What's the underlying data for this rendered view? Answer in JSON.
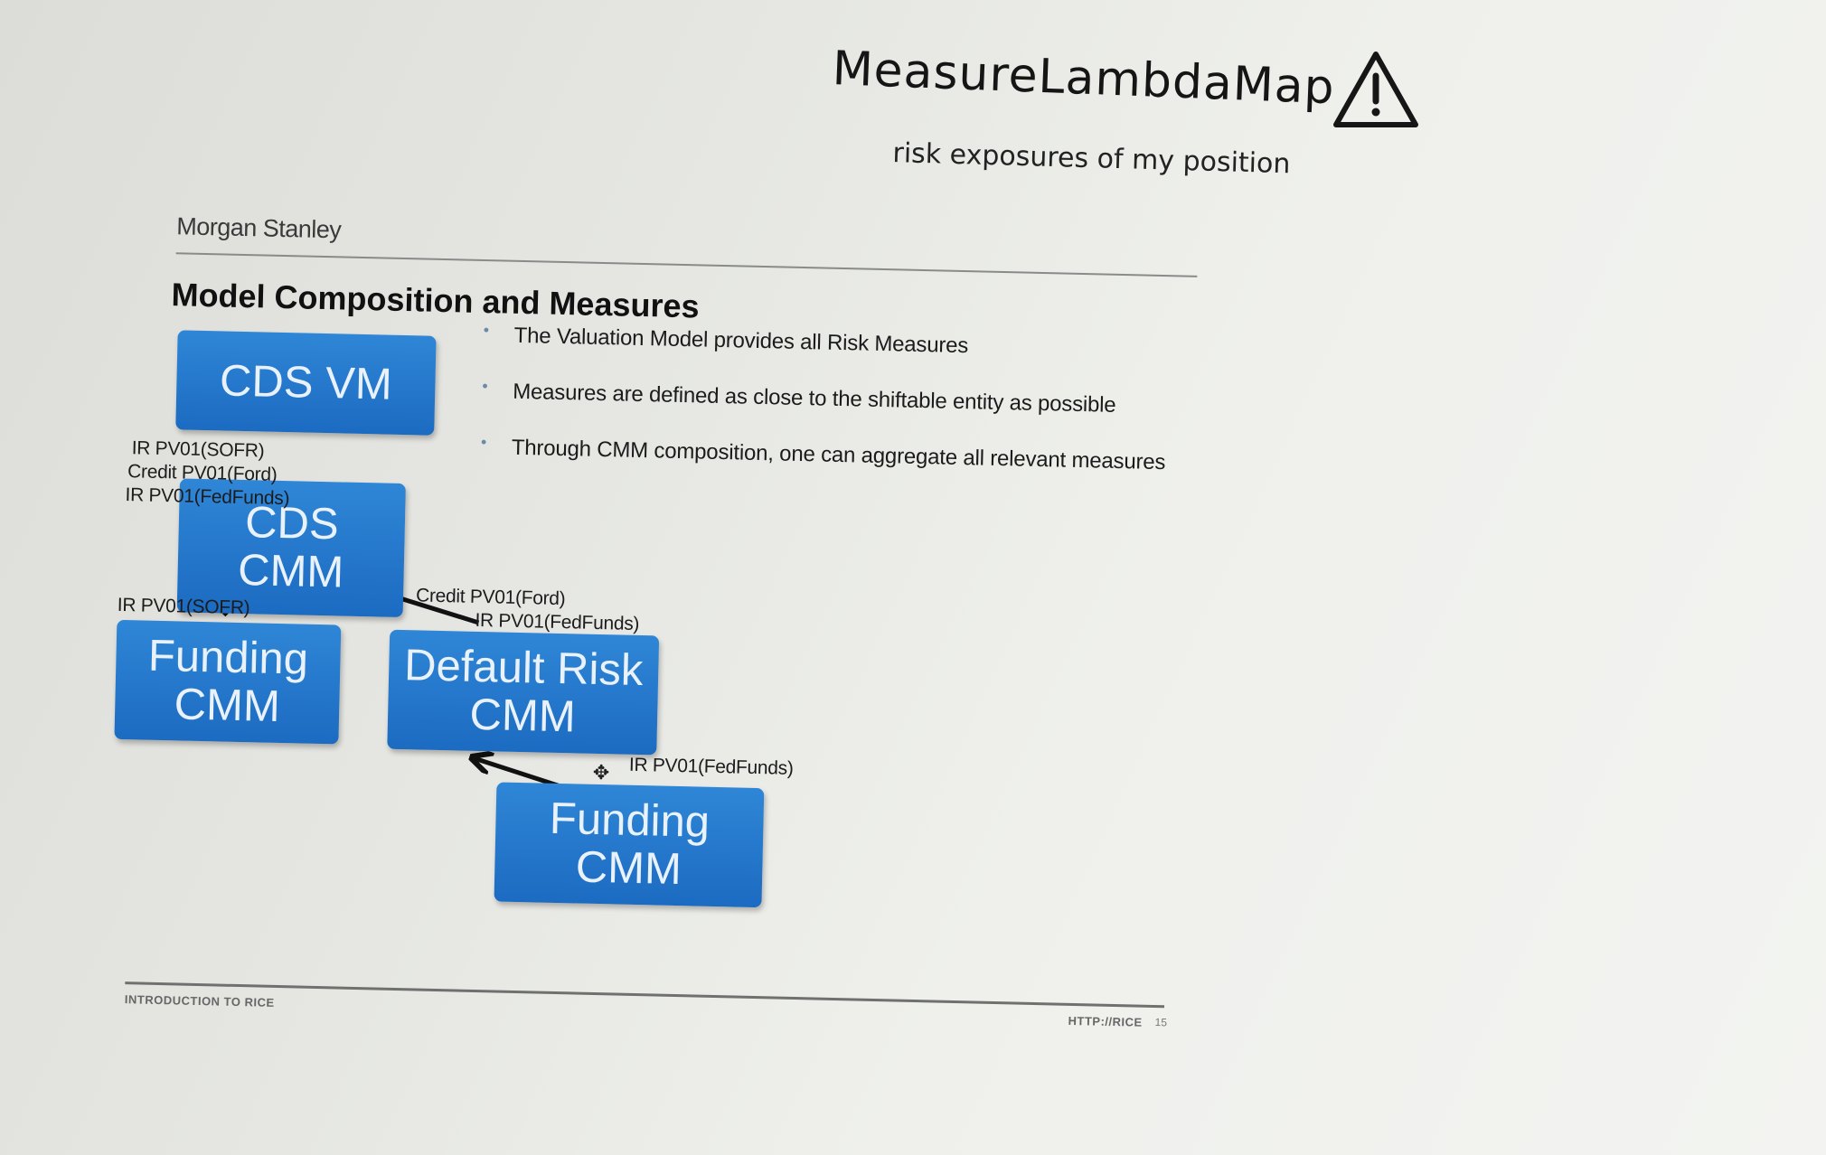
{
  "handwritten": {
    "title": "MeasureLambdaMap",
    "subtitle": "risk exposures of my position",
    "warning_icon": "warning-triangle-icon"
  },
  "slide": {
    "brand": "Morgan Stanley",
    "title": "Model Composition and Measures",
    "bullets": [
      "The Valuation Model provides all Risk Measures",
      "Measures are defined as close to the shiftable entity as possible",
      "Through CMM composition, one can aggregate all relevant measures"
    ],
    "diagram": {
      "nodes": {
        "cds_vm": "CDS VM",
        "cds_cmm": "CDS\nCMM",
        "funding_cmm_left": "Funding\nCMM",
        "default_risk_cmm": "Default Risk\nCMM",
        "funding_cmm_bottom": "Funding\nCMM"
      },
      "edge_labels": {
        "cmm_to_vm_1": "IR PV01(SOFR)",
        "cmm_to_vm_2": "Credit PV01(Ford)",
        "cmm_to_vm_3": "IR PV01(FedFunds)",
        "funding_to_cds": "IR PV01(SOFR)",
        "default_to_cds_1": "Credit PV01(Ford)",
        "default_to_cds_2": "IR PV01(FedFunds)",
        "funding_to_default": "IR PV01(FedFunds)"
      },
      "box_color": "#2378cc"
    },
    "footer": {
      "left": "INTRODUCTION TO RICE",
      "right": "HTTP://RICE",
      "page": "15"
    }
  }
}
